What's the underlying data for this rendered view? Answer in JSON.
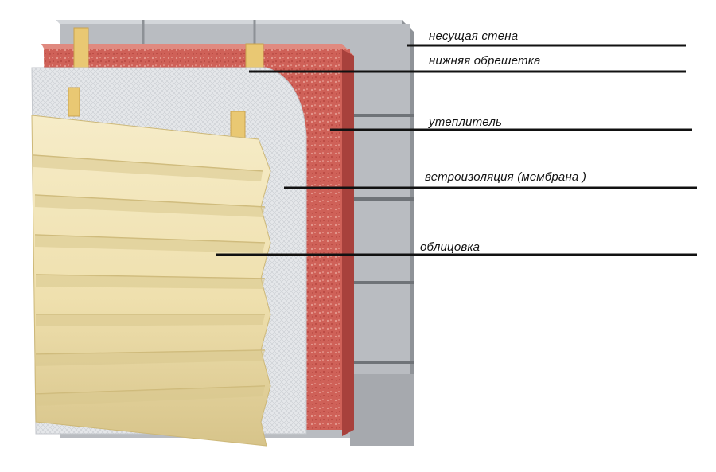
{
  "labels": {
    "bearing_wall": "несущая стена",
    "lower_battens": "нижняя обрешетка",
    "insulation": "утеплитель",
    "wind_barrier": "ветроизоляция (мембрана )",
    "cladding": "облицовка"
  },
  "colors": {
    "wall_front": "#b9bcc1",
    "wall_side": "#8f9398",
    "wall_top": "#d3d6da",
    "insulation": "#cf5f56",
    "insulation_edge": "#a8413c",
    "membrane": "#e4e6e9",
    "batten": "#e9c873",
    "cladding": "#f1e4b6",
    "cladding_shadow": "#d9c88e",
    "leader": "#111111"
  }
}
